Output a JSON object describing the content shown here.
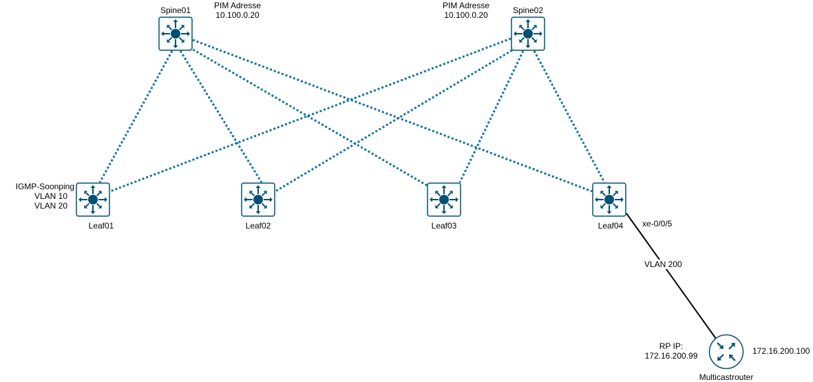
{
  "colors": {
    "device_fill": "#ffffff",
    "device_stroke": "#005073",
    "device_glyph": "#005073",
    "link_dotted": "#10739e",
    "link_solid": "#000000",
    "text": "#000000"
  },
  "nodes": {
    "spine01": {
      "label": "Spine01",
      "icon": "layer3-switch-icon"
    },
    "spine02": {
      "label": "Spine02",
      "icon": "layer3-switch-icon"
    },
    "leaf01": {
      "label": "Leaf01",
      "icon": "layer3-switch-icon"
    },
    "leaf02": {
      "label": "Leaf02",
      "icon": "layer3-switch-icon"
    },
    "leaf03": {
      "label": "Leaf03",
      "icon": "layer3-switch-icon"
    },
    "leaf04": {
      "label": "Leaf04",
      "icon": "layer3-switch-icon"
    },
    "router": {
      "label": "Multicastrouter",
      "icon": "router-icon"
    }
  },
  "annotations": {
    "spine01_pim_title": "PIM Adresse",
    "spine01_pim_ip": "10.100.0.20",
    "spine02_pim_title": "PIM Adresse",
    "spine02_pim_ip": "10.100.0.20",
    "leaf01_igmp": "IGMP-Soonping",
    "leaf01_vlan1": "VLAN 10",
    "leaf01_vlan2": "VLAN 20",
    "leaf04_port": "xe-0/0/5",
    "uplink_vlan": "VLAN 200",
    "rp_title": "RP IP:",
    "rp_ip": "172.16.200.99",
    "router_ip": "172.16.200.100"
  },
  "links": [
    {
      "from": "spine01",
      "to": "leaf01",
      "style": "dotted"
    },
    {
      "from": "spine01",
      "to": "leaf02",
      "style": "dotted"
    },
    {
      "from": "spine01",
      "to": "leaf03",
      "style": "dotted"
    },
    {
      "from": "spine01",
      "to": "leaf04",
      "style": "dotted"
    },
    {
      "from": "spine02",
      "to": "leaf01",
      "style": "dotted"
    },
    {
      "from": "spine02",
      "to": "leaf02",
      "style": "dotted"
    },
    {
      "from": "spine02",
      "to": "leaf03",
      "style": "dotted"
    },
    {
      "from": "spine02",
      "to": "leaf04",
      "style": "dotted"
    },
    {
      "from": "leaf04",
      "to": "router",
      "style": "solid"
    }
  ]
}
